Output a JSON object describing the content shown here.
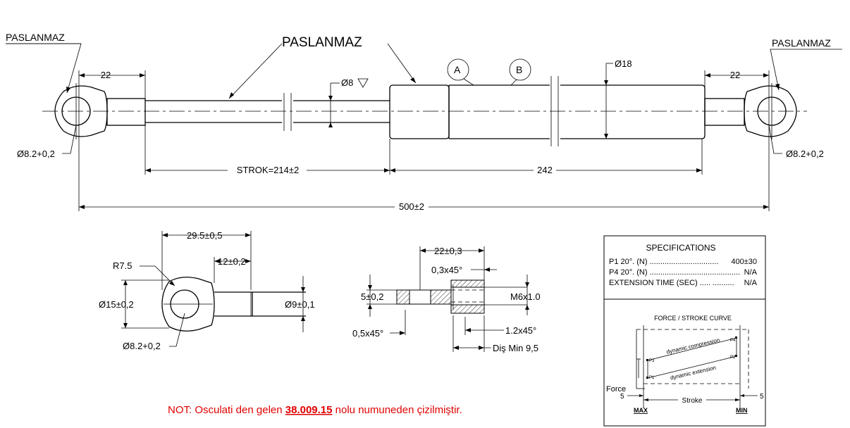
{
  "labels": {
    "material_left": "PASLANMAZ",
    "material_center": "PASLANMAZ",
    "material_right": "PASLANMAZ",
    "balloon_a": "A",
    "balloon_b": "B"
  },
  "dimensions": {
    "eye_left_len": "22",
    "eye_right_len": "22",
    "rod_dia": "Ø8",
    "tube_dia": "Ø18",
    "hole_left": "Ø8.2+0,2",
    "hole_right": "Ø8.2+0,2",
    "stroke": "STROK=214±2",
    "body_len": "242",
    "overall": "500±2"
  },
  "end_fitting": {
    "len": "29.5±0,5",
    "neck_len": "12±0,2",
    "radius": "R7.5",
    "eye_dia": "Ø15±0,2",
    "neck_dia": "Ø9±0,1",
    "hole": "Ø8.2+0,2"
  },
  "section": {
    "len": "22±0,3",
    "chamfer_top": "0,3x45°",
    "height": "5±0,2",
    "thread": "M6x1.0",
    "chamfer_left": "0,5x45°",
    "chamfer_right": "1.2x45°",
    "thread_depth": "Diş Min 9,5"
  },
  "specs": {
    "title": "SPECIFICATIONS",
    "rows": [
      {
        "label": "P1 20°. (N) ................................",
        "value": "400±30"
      },
      {
        "label": "P4 20°. (N) ..........................................",
        "value": "N/A"
      },
      {
        "label": "EXTENSION TIME (SEC) ..... ..........",
        "value": "N/A"
      }
    ]
  },
  "curve": {
    "title": "FORCE / STROKE CURVE",
    "compression_label": "dynamic compression",
    "extension_label": "dynamic extension",
    "p1": "P1",
    "p2": "P2",
    "p3": "P3",
    "p4": "P4",
    "force_label": "Force",
    "stroke_label": "Stroke",
    "max_label": "MAX",
    "min_label": "MIN",
    "five_left": "5",
    "five_right": "5"
  },
  "note": {
    "prefix": "NOT: Osculati den gelen ",
    "part_no": "38.009.15",
    "suffix": " nolu numuneden çizilmiştir."
  }
}
